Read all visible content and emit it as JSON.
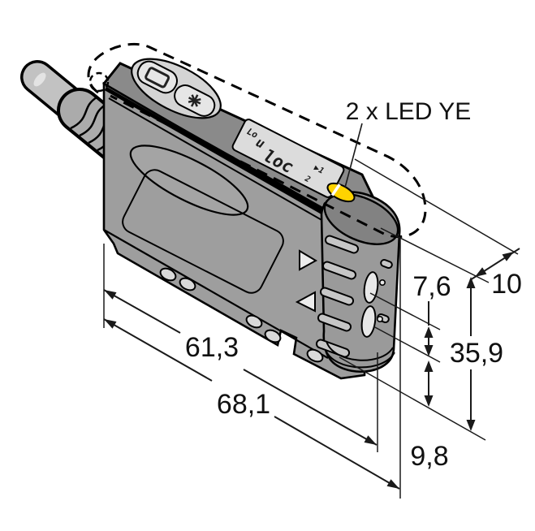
{
  "drawing": {
    "callout_led": "2 x LED YE",
    "dimensions": {
      "fiber_spacing": "7,6",
      "depth": "10",
      "height": "35,9",
      "body_length": "61,3",
      "overall_length": "68,1",
      "bottom_offset": "9,8"
    },
    "display": {
      "top_small": "Lo",
      "top_char": "u",
      "main": "loc",
      "marker_top": "▶1",
      "marker_bottom": "2"
    },
    "colors": {
      "led_yellow": "#ffd300",
      "body_gray": "#9e9e9e",
      "top_face_gray": "#8a8a8a",
      "cap_gray": "#9a9a9a",
      "cap_top_gray": "#828282",
      "panel_light": "#dcdcdc",
      "outline_black": "#000000"
    }
  }
}
